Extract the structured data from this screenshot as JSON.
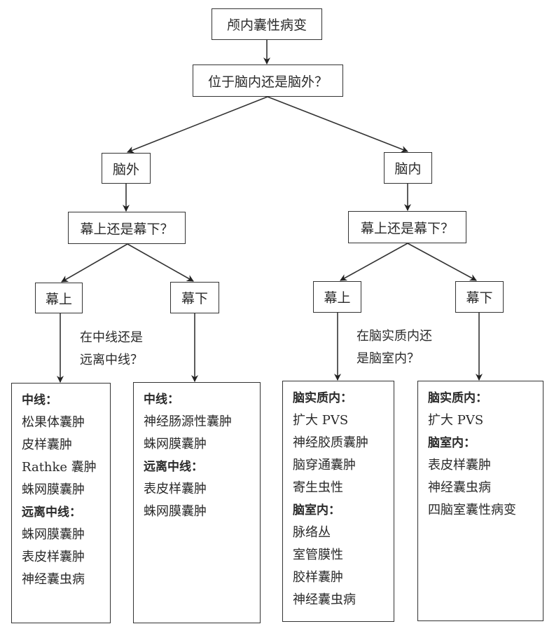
{
  "root": {
    "label": "颅内囊性病变"
  },
  "question_location": {
    "label": "位于脑内还是脑外？"
  },
  "extra_axial": {
    "label": "脑外",
    "question": "幕上还是幕下？",
    "supratentorial": {
      "label": "幕上",
      "question_lines": [
        "在中线还是",
        "远离中线？"
      ],
      "results": [
        {
          "text": "中线：",
          "header": true
        },
        {
          "text": "松果体囊肿",
          "header": false
        },
        {
          "text": "皮样囊肿",
          "header": false
        },
        {
          "text": "Rathke 囊肿",
          "header": false
        },
        {
          "text": "蛛网膜囊肿",
          "header": false
        },
        {
          "text": "远离中线：",
          "header": true
        },
        {
          "text": "蛛网膜囊肿",
          "header": false
        },
        {
          "text": "表皮样囊肿",
          "header": false
        },
        {
          "text": "神经囊虫病",
          "header": false
        }
      ]
    },
    "infratentorial": {
      "label": "幕下",
      "results": [
        {
          "text": "中线：",
          "header": true
        },
        {
          "text": "神经肠源性囊肿",
          "header": false
        },
        {
          "text": "蛛网膜囊肿",
          "header": false
        },
        {
          "text": "远离中线：",
          "header": true
        },
        {
          "text": "表皮样囊肿",
          "header": false
        },
        {
          "text": "蛛网膜囊肿",
          "header": false
        }
      ]
    }
  },
  "intra_axial": {
    "label": "脑内",
    "question": "幕上还是幕下？",
    "supratentorial": {
      "label": "幕上",
      "question_lines": [
        "在脑实质内还",
        "是脑室内？"
      ],
      "results": [
        {
          "text": "脑实质内：",
          "header": true
        },
        {
          "text": "扩大 PVS",
          "header": false
        },
        {
          "text": "神经胶质囊肿",
          "header": false
        },
        {
          "text": "脑穿通囊肿",
          "header": false
        },
        {
          "text": "寄生虫性",
          "header": false
        },
        {
          "text": "脑室内：",
          "header": true
        },
        {
          "text": "脉络丛",
          "header": false
        },
        {
          "text": "室管膜性",
          "header": false
        },
        {
          "text": "胶样囊肿",
          "header": false
        },
        {
          "text": "神经囊虫病",
          "header": false
        }
      ]
    },
    "infratentorial": {
      "label": "幕下",
      "results": [
        {
          "text": "脑实质内：",
          "header": true
        },
        {
          "text": "扩大 PVS",
          "header": false
        },
        {
          "text": "脑室内：",
          "header": true
        },
        {
          "text": "表皮样囊肿",
          "header": false
        },
        {
          "text": "神经囊虫病",
          "header": false
        },
        {
          "text": "四脑室囊性病变",
          "header": false
        }
      ]
    }
  }
}
